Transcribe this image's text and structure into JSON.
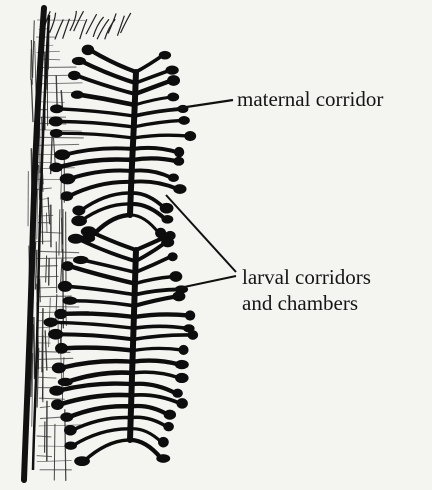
{
  "labels": {
    "maternal": "maternal corridor",
    "larval_line1": "larval corridors",
    "larval_line2": "and chambers"
  }
}
